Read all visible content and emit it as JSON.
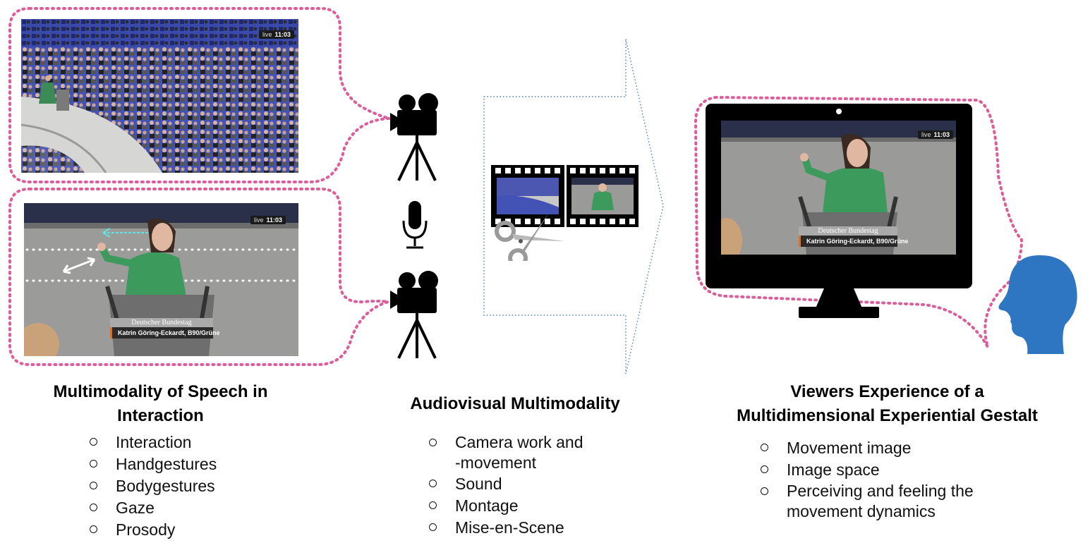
{
  "colors": {
    "dotted_border": "#dd5c9a",
    "arrow_outline": "#4a7fb5",
    "head": "#2f76c2",
    "icon": "#000000"
  },
  "photo_overlay": {
    "live_label": "live",
    "live_time": "11:03",
    "nameplate_title": "Deutscher Bundestag",
    "nameplate_name": "Katrin Göring-Eckardt, B90/Grüne"
  },
  "sections": [
    {
      "title_line1": "Multimodality of Speech in",
      "title_line2": "Interaction",
      "items": [
        "Interaction",
        "Handgestures",
        "Bodygestures",
        "Gaze",
        "Prosody"
      ]
    },
    {
      "title_line1": "Audiovisual Multimodality",
      "items": [
        "Camera work and\n-movement",
        "Sound",
        "Montage",
        "Mise-en-Scene"
      ]
    },
    {
      "title_line1": "Viewers Experience of a",
      "title_line2": "Multidimensional Experiential Gestalt",
      "items": [
        "Movement image",
        "Image space",
        "Perceiving and feeling the\nmovement dynamics"
      ]
    }
  ],
  "icons": [
    "video-camera-icon",
    "microphone-icon",
    "video-camera-icon",
    "film-strip-icon",
    "scissors-icon",
    "monitor-icon",
    "human-head-icon"
  ]
}
